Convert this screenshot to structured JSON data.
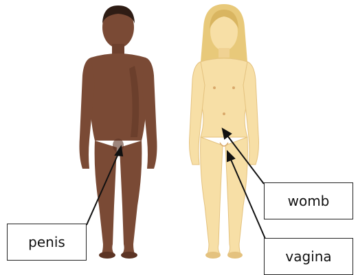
{
  "labels": {
    "penis": "penis",
    "womb": "womb",
    "vagina": "vagina"
  },
  "colors": {
    "male_skin": "#7a4a35",
    "male_shadow": "#5c3424",
    "male_hair": "#2e1c14",
    "female_skin": "#f7dfa6",
    "female_shadow": "#e4c27f",
    "female_hair": "#e8c97a",
    "outline": "#8a6a40",
    "pointer_line": "#111111"
  }
}
